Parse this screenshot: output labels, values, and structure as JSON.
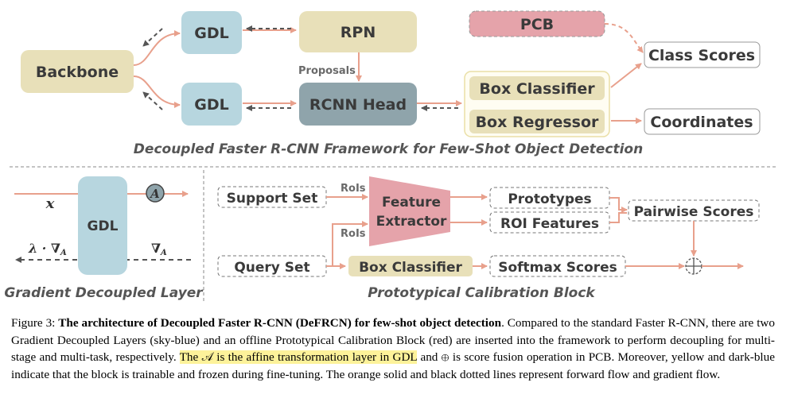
{
  "top": {
    "backbone": "Backbone",
    "gdl_top": "GDL",
    "gdl_bottom": "GDL",
    "rpn": "RPN",
    "proposals": "Proposals",
    "rcnn_head": "RCNN Head",
    "pcb": "PCB",
    "box_classifier": "Box Classifier",
    "box_regressor": "Box Regressor",
    "class_scores": "Class Scores",
    "coordinates": "Coordinates",
    "title": "Decoupled Faster R-CNN Framework for Few-Shot Object Detection"
  },
  "gdl_panel": {
    "x_label": "x",
    "gdl": "GDL",
    "affine": "A",
    "grad_left": "λ · ∇",
    "grad_left_sub": "A",
    "grad_right": "∇",
    "grad_right_sub": "A",
    "title": "Gradient Decoupled Layer"
  },
  "pcb_panel": {
    "support_set": "Support Set",
    "query_set": "Query Set",
    "rois_top": "RoIs",
    "rois_bottom": "RoIs",
    "feature_extractor_1": "Feature",
    "feature_extractor_2": "Extractor",
    "prototypes": "Prototypes",
    "roi_features": "ROI Features",
    "pairwise_scores": "Pairwise Scores",
    "box_classifier": "Box Classifier",
    "softmax_scores": "Softmax Scores",
    "title": "Prototypical Calibration Block"
  },
  "caption": {
    "fig_label": "Figure 3: ",
    "bold_title": "The architecture of Decoupled Faster R-CNN (DeFRCN) for few-shot object detection",
    "part1": ". Compared to the standard Faster R-CNN, there are two Gradient Decoupled Layers (sky-blue) and an offline Prototypical Calibration Block (red) are inserted into the framework to perform decoupling for multi-stage and multi-task, respectively. ",
    "highlight": "The 𝒜 is the affine transformation layer in GDL",
    "part2": " and ⊕ is score fusion operation in PCB. Moreover, yellow and dark-blue indicate that the block is trainable and frozen during fine-tuning. The orange solid and black dotted lines represent forward flow and gradient flow."
  },
  "colors": {
    "trainable": "#e8e0b9",
    "frozen": "#8fa4ab",
    "gdl": "#b7d6df",
    "pcb": "#e5a3aa",
    "forward": "#e8a08c",
    "gradient": "#555555"
  }
}
